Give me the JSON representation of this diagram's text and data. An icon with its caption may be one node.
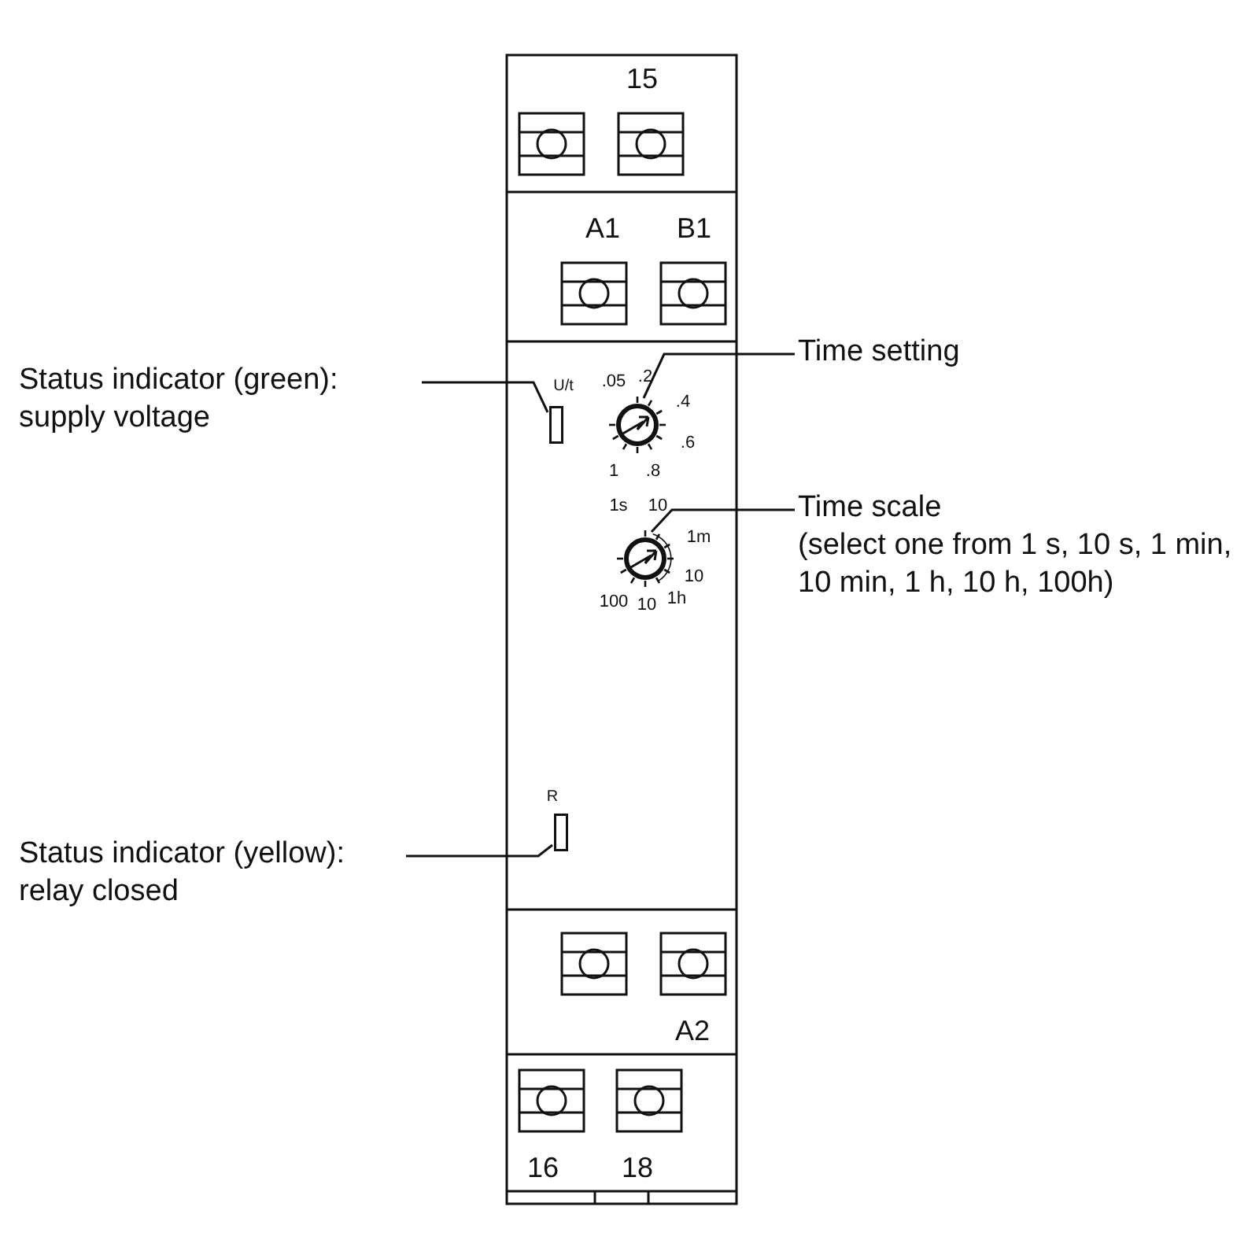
{
  "diagram": {
    "nodes": [
      {
        "text": [
          "Status indicator (green): supply voltage"
        ]
      },
      {
        "text": [],
        "shape": "box"
      },
      {
        "text": [
          "Time setting"
        ]
      },
      {
        "text": [],
        "shape": "circle"
      },
      {
        "text": [
          "Time scale",
          "(select one from 1 s, 10 s, 1 min, 10 min, 1 h, 10 h, 100h)"
        ]
      },
      {
        "text": [],
        "shape": "circle"
      },
      {
        "text": [
          "Status indicator (yellow): relay closed"
        ]
      },
      {
        "text": [],
        "shape": "box"
      }
    ],
    "edges": [
      {
        "from": 0,
        "to": 1,
        "arrow": "none"
      },
      {
        "from": 2,
        "to": 3,
        "arrow": "none"
      },
      {
        "from": 4,
        "to": 5,
        "arrow": "none"
      },
      {
        "from": 6,
        "to": 7,
        "arrow": "none"
      }
    ],
    "labels": [
      "15",
      "A1",
      "B1",
      "U/t",
      ".05",
      ".2",
      ".4",
      ".6",
      "1",
      ".8",
      "1s",
      "10",
      "1m",
      "10",
      "100",
      "10",
      "1h",
      "R",
      "A2",
      "16",
      "18"
    ]
  }
}
